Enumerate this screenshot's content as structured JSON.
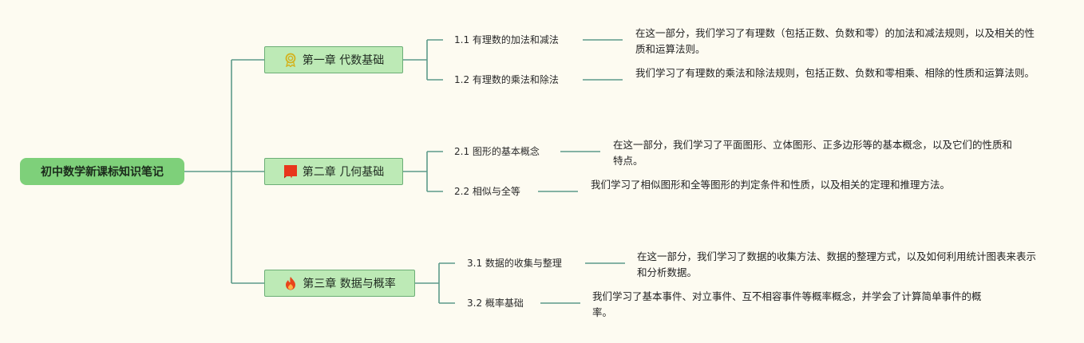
{
  "root": {
    "title": "初中数学新课标知识笔记"
  },
  "chapters": [
    {
      "title": "第一章 代数基础",
      "icon": "medal-icon",
      "sections": [
        {
          "title": "1.1 有理数的加法和减法",
          "desc": "在这一部分，我们学习了有理数（包括正数、负数和零）的加法和减法规则，以及相关的性质和运算法则。"
        },
        {
          "title": "1.2 有理数的乘法和除法",
          "desc": "我们学习了有理数的乘法和除法规则，包括正数、负数和零相乘、相除的性质和运算法则。"
        }
      ]
    },
    {
      "title": "第二章 几何基础",
      "icon": "red-flag-icon",
      "sections": [
        {
          "title": "2.1 图形的基本概念",
          "desc": "在这一部分，我们学习了平面图形、立体图形、正多边形等的基本概念，以及它们的性质和特点。"
        },
        {
          "title": "2.2 相似与全等",
          "desc": "我们学习了相似图形和全等图形的判定条件和性质，以及相关的定理和推理方法。"
        }
      ]
    },
    {
      "title": "第三章 数据与概率",
      "icon": "fire-icon",
      "sections": [
        {
          "title": "3.1 数据的收集与整理",
          "desc": "在这一部分，我们学习了数据的收集方法、数据的整理方式，以及如何利用统计图表来表示和分析数据。"
        },
        {
          "title": "3.2 概率基础",
          "desc": "我们学习了基本事件、对立事件、互不相容事件等概率概念，并学会了计算简单事件的概率。"
        }
      ]
    }
  ],
  "colors": {
    "line": "#5d9a8a",
    "root": "#7ed07a",
    "chapter": "#bdeab6",
    "background": "#fdfbf1"
  }
}
